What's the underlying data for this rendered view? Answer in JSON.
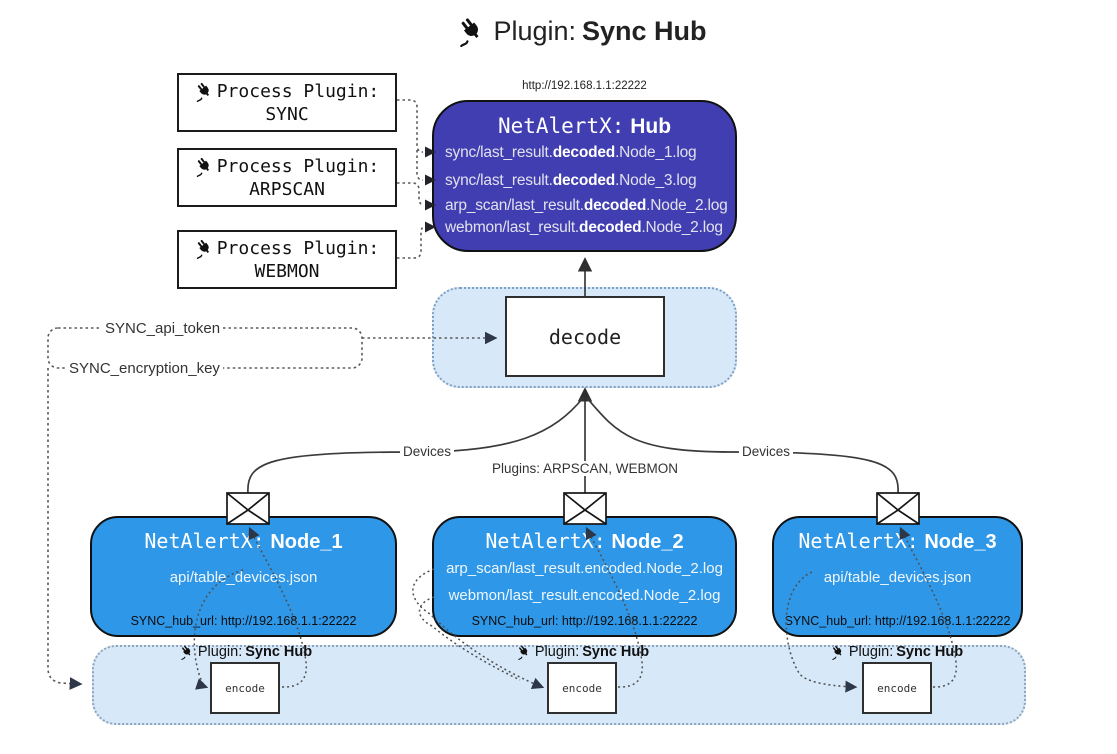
{
  "title": {
    "prefix": "Plugin:",
    "name": "Sync Hub"
  },
  "hub": {
    "url_label": "http://192.168.1.1:22222",
    "title_prefix": "NetAlertX:",
    "title_name": "Hub",
    "lines": [
      {
        "pre": "sync/last_result.",
        "bold": "decoded",
        "post": ".Node_1.log"
      },
      {
        "pre": "sync/last_result.",
        "bold": "decoded",
        "post": ".Node_3.log"
      },
      {
        "pre": "arp_scan/last_result.",
        "bold": "decoded",
        "post": ".Node_2.log"
      },
      {
        "pre": "webmon/last_result.",
        "bold": "decoded",
        "post": ".Node_2.log"
      }
    ]
  },
  "process_plugins": [
    {
      "label": "Process Plugin:",
      "name": "SYNC"
    },
    {
      "label": "Process Plugin:",
      "name": "ARPSCAN"
    },
    {
      "label": "Process Plugin:",
      "name": "WEBMON"
    }
  ],
  "decode": {
    "label": "decode"
  },
  "keys": {
    "api_token": "SYNC_api_token",
    "encryption_key": "SYNC_encryption_key"
  },
  "edges": {
    "devices_left": "Devices",
    "devices_right": "Devices",
    "plugins_mid": "Plugins: ARPSCAN, WEBMON"
  },
  "nodes": [
    {
      "title_prefix": "NetAlertX:",
      "title_name": "Node_1",
      "lines": [
        "api/table_devices.json"
      ],
      "hub_url": "SYNC_hub_url: http://192.168.1.1:22222"
    },
    {
      "title_prefix": "NetAlertX:",
      "title_name": "Node_2",
      "lines": [
        "arp_scan/last_result.encoded.Node_2.log",
        "webmon/last_result.encoded.Node_2.log"
      ],
      "hub_url": "SYNC_hub_url: http://192.168.1.1:22222"
    },
    {
      "title_prefix": "NetAlertX:",
      "title_name": "Node_3",
      "lines": [
        "api/table_devices.json"
      ],
      "hub_url": "SYNC_hub_url: http://192.168.1.1:22222"
    }
  ],
  "band": {
    "plugin_label_prefix": "Plugin:",
    "plugin_label_name": "Sync Hub",
    "encode_label": "encode"
  },
  "colors": {
    "hub-fill": "#403eb0",
    "node-fill": "#2f97e8",
    "panel-fill": "#d7e8f8",
    "hub-text": "#e2e2ee",
    "node-text": "#eef7fe",
    "ink": "#1a1a1a"
  }
}
